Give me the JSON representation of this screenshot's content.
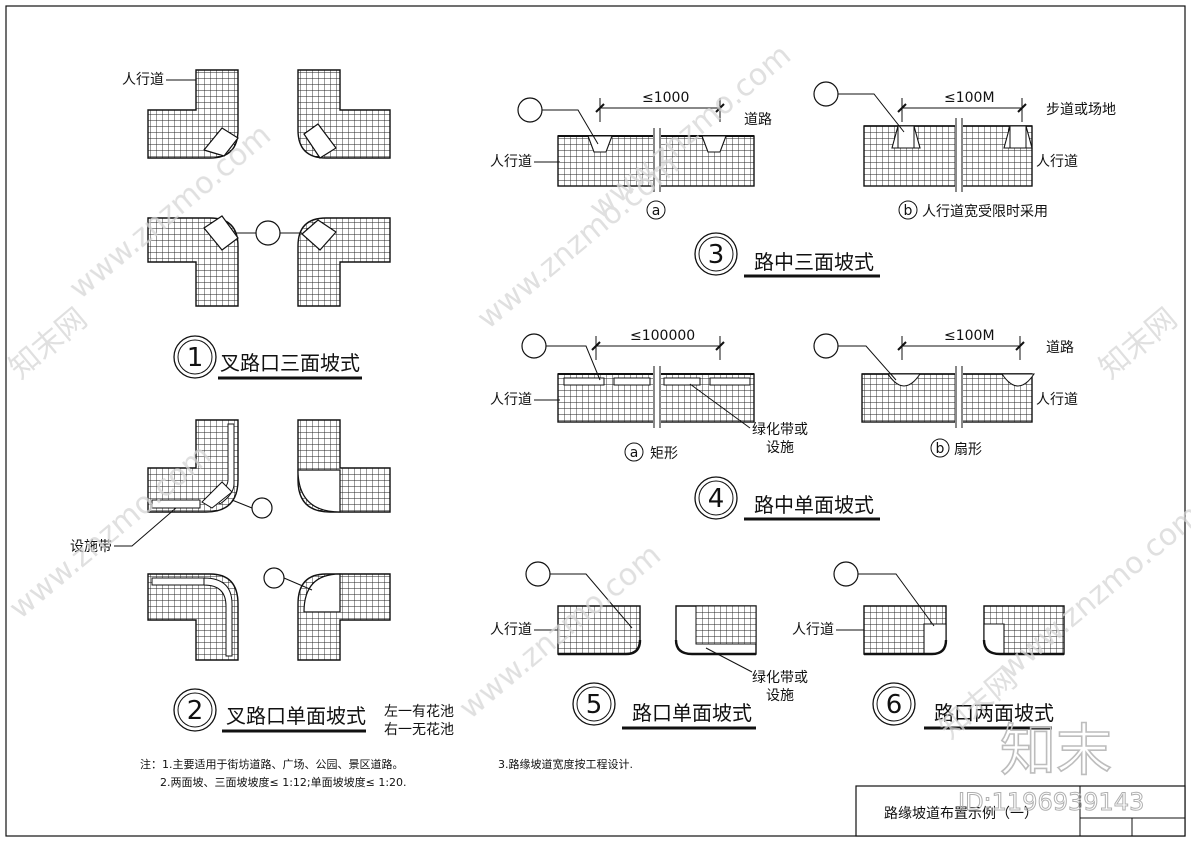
{
  "labels": {
    "sidewalk": "人行道",
    "road": "道路",
    "walkway_or_site": "步道或场地",
    "facility_strip": "设施带",
    "green_or_facility_1": "绿化带或",
    "green_or_facility_2": "设施",
    "dim_1000": "≤1000",
    "dim_100m": "≤100M",
    "dim_100000": "≤100000",
    "sub_a": "a",
    "sub_b": "b",
    "sub_b_note": "人行道宽受限时采用",
    "sub_a_rect": "矩形",
    "sub_b_fan": "扇形",
    "left_flower": "左一有花池",
    "right_flower": "右一无花池"
  },
  "titles": [
    {
      "num": "1",
      "text": "叉路口三面坡式"
    },
    {
      "num": "2",
      "text": "叉路口单面坡式"
    },
    {
      "num": "3",
      "text": "路中三面坡式"
    },
    {
      "num": "4",
      "text": "路中单面坡式"
    },
    {
      "num": "5",
      "text": "路口单面坡式"
    },
    {
      "num": "6",
      "text": "路口两面坡式"
    }
  ],
  "notes": {
    "n1": "注：1.主要适用于街坊道路、广场、公园、景区道路。",
    "n2": "2.两面坡、三面坡坡度≤ 1:12;单面坡坡度≤ 1:20.",
    "n3": "3.路缘坡道宽度按工程设计."
  },
  "titleblock": {
    "title": "路缘坡道布置示例（一）"
  },
  "watermark": {
    "site": "www.znzmo.com",
    "brand": "知末网",
    "logo": "知末",
    "id": "ID:1196939143"
  }
}
